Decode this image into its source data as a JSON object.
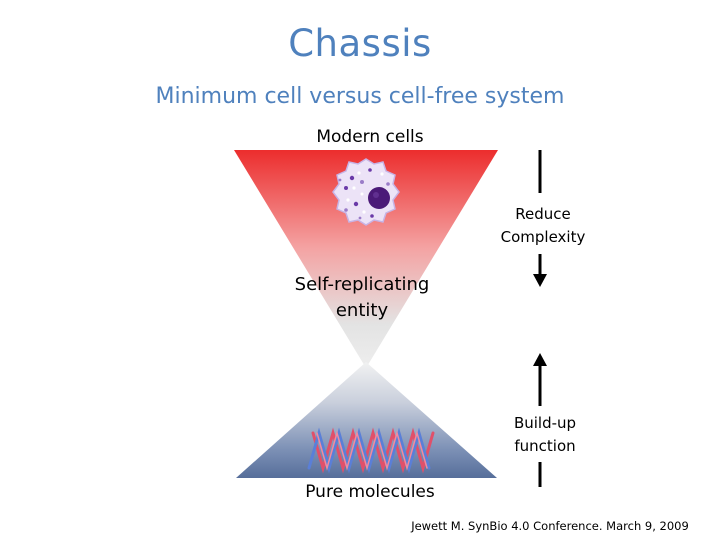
{
  "slide": {
    "title": "Chassis",
    "subtitle": "Minimum cell versus cell-free system",
    "citation": "Jewett M. SynBio 4.0 Conference. March 9, 2009"
  },
  "diagram": {
    "top_label": "Modern cells",
    "middle_label_line1": "Self-replicating",
    "middle_label_line2": "entity",
    "bottom_label": "Pure molecules",
    "down_arrow_label_line1": "Reduce",
    "down_arrow_label_line2": "Complexity",
    "up_arrow_label_line1": "Build-up",
    "up_arrow_label_line2": "function"
  },
  "colors": {
    "title": "#4f81bd",
    "top_gradient": "#ec2d2d",
    "bottom_gradient": "#5a76a3",
    "cell_membrane": "#d9c9ee",
    "nucleus": "#4b1a78",
    "dna_red": "#e0506a",
    "dna_blue": "#5a7fd8"
  },
  "icons": [
    "cell-icon",
    "dna-helix-icon",
    "down-arrow-icon",
    "up-arrow-icon"
  ]
}
